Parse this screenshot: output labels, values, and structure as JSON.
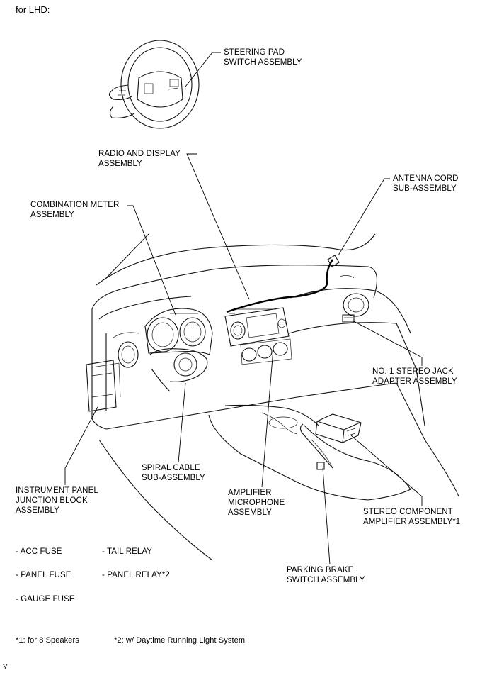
{
  "header": {
    "title": "for LHD:"
  },
  "components": {
    "steering_pad": [
      "STEERING PAD",
      "SWITCH ASSEMBLY"
    ],
    "radio_display": [
      "RADIO AND DISPLAY",
      "ASSEMBLY"
    ],
    "antenna_cord": [
      "ANTENNA CORD",
      "SUB-ASSEMBLY"
    ],
    "combination_meter": [
      "COMBINATION METER",
      "ASSEMBLY"
    ],
    "stereo_jack": [
      "NO. 1 STEREO JACK",
      "ADAPTER ASSEMBLY"
    ],
    "spiral_cable": [
      "SPIRAL CABLE",
      "SUB-ASSEMBLY"
    ],
    "instrument_panel_jb": [
      "INSTRUMENT PANEL",
      "JUNCTION BLOCK",
      "ASSEMBLY"
    ],
    "amplifier_microphone": [
      "AMPLIFIER",
      "MICROPHONE",
      "ASSEMBLY"
    ],
    "stereo_amplifier": [
      "STEREO COMPONENT",
      "AMPLIFIER ASSEMBLY*1"
    ],
    "parking_brake": [
      "PARKING BRAKE",
      "SWITCH ASSEMBLY"
    ]
  },
  "junction_items": {
    "col1": [
      "- ACC FUSE",
      "- PANEL FUSE",
      "- GAUGE FUSE"
    ],
    "col2": [
      "- TAIL RELAY",
      "- PANEL RELAY*2"
    ]
  },
  "footnotes": {
    "note1": "*1: for 8 Speakers",
    "note2": "*2: w/ Daytime Running Light System"
  },
  "corner_mark": "Y"
}
